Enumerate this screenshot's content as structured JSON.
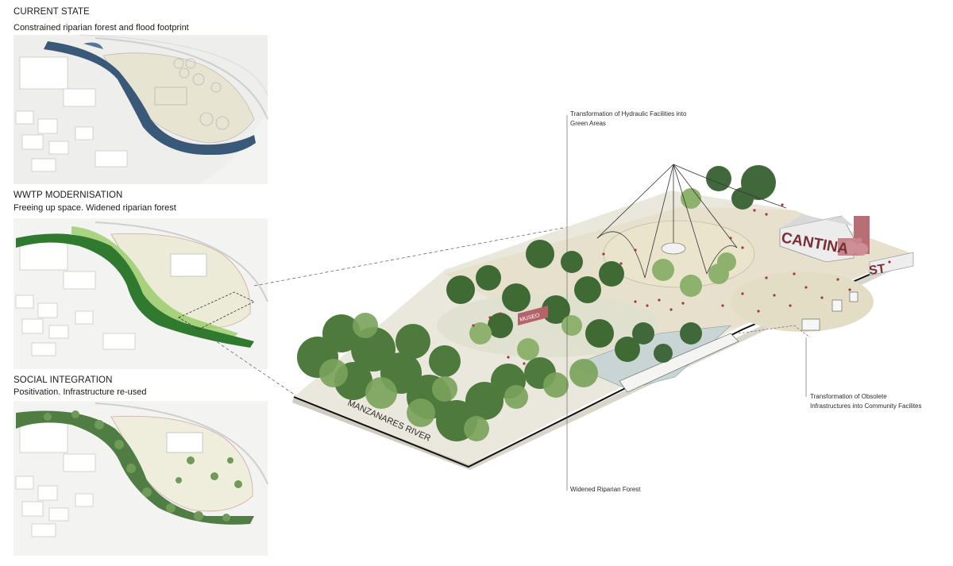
{
  "panels": [
    {
      "title": "CURRENT STATE",
      "subtitle": "Constrained riparian forest and flood footprint"
    },
    {
      "title": "WWTP MODERNISATION",
      "subtitle": "Freeing up space. Widened riparian forest"
    },
    {
      "title": "SOCIAL INTEGRATION",
      "subtitle": "Positivation. Infrastructure re-used"
    }
  ],
  "annotations": {
    "hydraulic": "Transformation of Hydraulic Facilities into Green Areas",
    "obsolete": "Transformation of Obsolete Infrastructures into Community Facilites",
    "forest": "Widened Riparian Forest"
  },
  "map_labels": {
    "river": "MANZANARES RIVER",
    "cantina": "CANTINA",
    "museo": "MUSEO",
    "st": "ST"
  },
  "colors": {
    "river_blue": "#3a5877",
    "forest_green": "#2f7a2f",
    "ground": "#e6e0cc",
    "accent_red": "#9a3a44"
  }
}
